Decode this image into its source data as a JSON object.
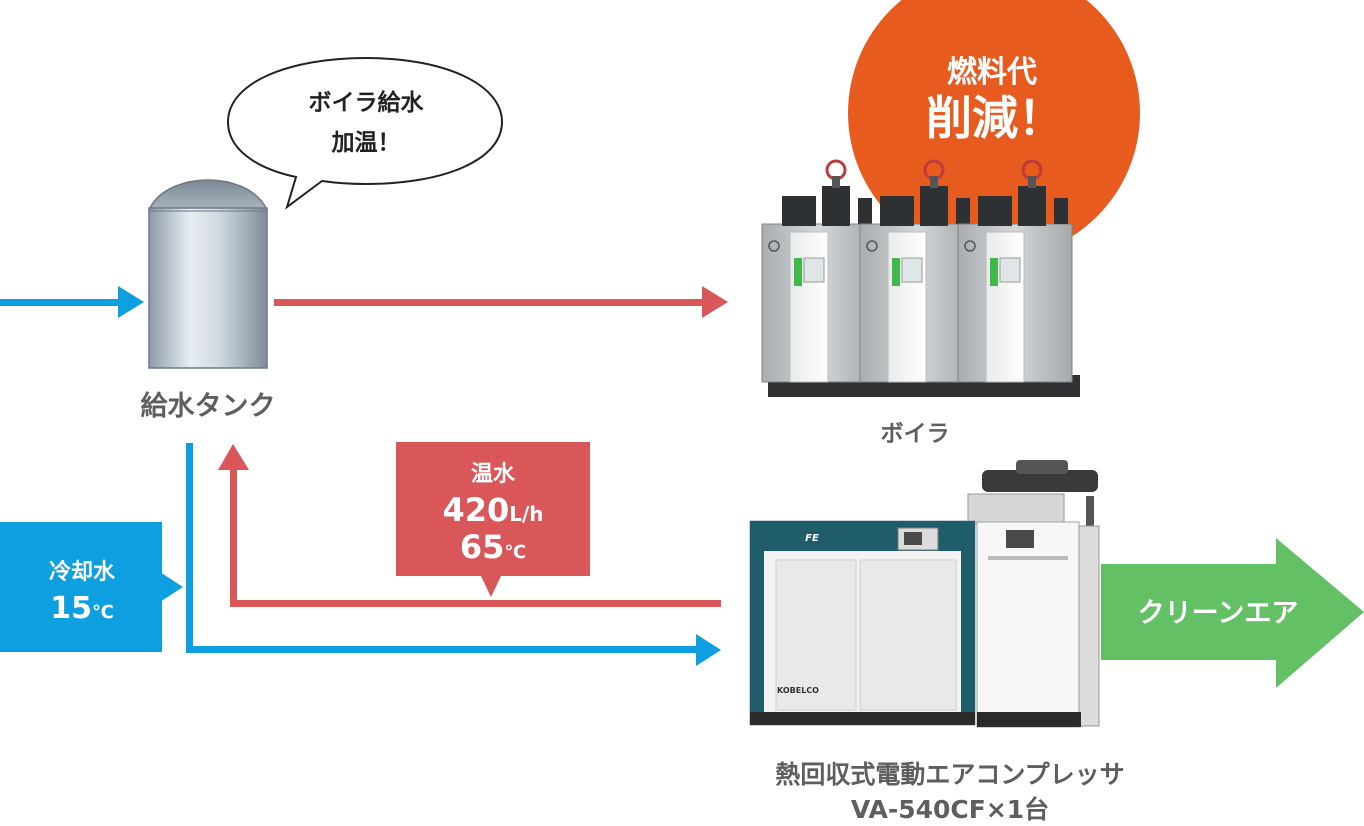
{
  "speech_bubble": {
    "line1": "ボイラ給水",
    "line2": "加温！"
  },
  "savings_badge": {
    "line1": "燃料代",
    "line2": "削減！"
  },
  "feed_tank": {
    "label": "給水タンク"
  },
  "boiler": {
    "label": "ボイラ"
  },
  "cooling_water": {
    "title": "冷却水",
    "temp_value": "15",
    "temp_unit": "℃"
  },
  "hot_water": {
    "title": "温水",
    "flow_value": "420",
    "flow_unit": "L/h",
    "temp_value": "65",
    "temp_unit": "℃"
  },
  "clean_air": {
    "label": "クリーンエア"
  },
  "compressor": {
    "line1": "熱回収式電動エアコンプレッサ",
    "line2": "VA-540CF×1台",
    "front_logo": "KOBELCO",
    "brand_mark": "FE"
  },
  "colors": {
    "cold_flow": "#0d9fe0",
    "hot_flow": "#d95659",
    "savings": "#e85b1f",
    "clean_air": "#63c064",
    "label_text": "#5e5e5e"
  }
}
